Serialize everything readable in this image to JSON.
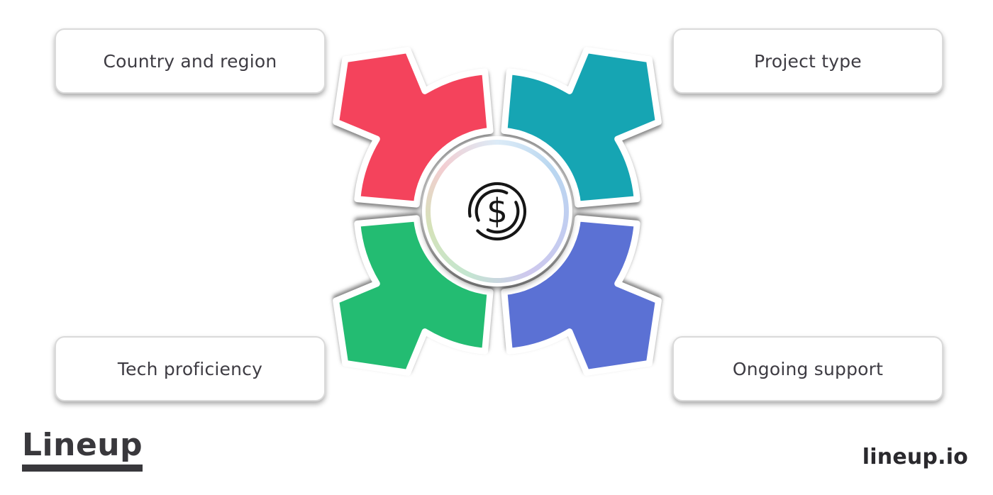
{
  "diagram": {
    "description": "four-factor cost diagram with outward arrows around a dollar coin",
    "center_icon": "dollar-coin",
    "factors": [
      {
        "position": "top-left",
        "label": "Country and region",
        "color": "#f4435c"
      },
      {
        "position": "top-right",
        "label": "Project type",
        "color": "#16a5b3"
      },
      {
        "position": "bottom-left",
        "label": "Tech proficiency",
        "color": "#23bc72"
      },
      {
        "position": "bottom-right",
        "label": "Ongoing support",
        "color": "#5b71d4"
      }
    ],
    "center_symbol": "$"
  },
  "colors": {
    "card_background": "#ffffff",
    "card_border": "#dadada",
    "text": "#3e3c43",
    "outline": "#ffffff",
    "icon_stroke": "#161616",
    "ring_gradient": [
      "#dcebf7",
      "#b9d7f0",
      "#c2cdf0",
      "#cec8ee",
      "#c4e6d0",
      "#d5e2b8",
      "#f3cdd1",
      "#dcebf7"
    ]
  },
  "branding": {
    "logo_text": "Lineup",
    "watermark": "lineup.io"
  }
}
